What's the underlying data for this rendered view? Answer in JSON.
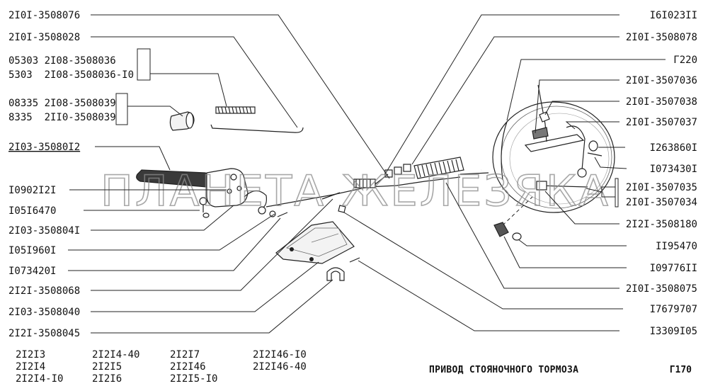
{
  "labels_left": [
    {
      "text": "2I0I-3508076"
    },
    {
      "text": "2I0I-3508028"
    },
    {
      "text": "05303 2I08-3508036"
    },
    {
      "text": "5303  2I08-3508036-I0"
    },
    {
      "text": "08335 2I08-3508039"
    },
    {
      "text": "8335  2II0-3508039"
    },
    {
      "text": "2I03-35080I2"
    },
    {
      "text": "I0902I2I"
    },
    {
      "text": "I05I6470"
    },
    {
      "text": "2I03-350804I"
    },
    {
      "text": "I05I960I"
    },
    {
      "text": "I073420I"
    },
    {
      "text": "2I2I-3508068"
    },
    {
      "text": "2I03-3508040"
    },
    {
      "text": "2I2I-3508045"
    }
  ],
  "labels_right": [
    {
      "text": "I6I023II"
    },
    {
      "text": "2I0I-3508078"
    },
    {
      "text": "Г220"
    },
    {
      "text": "2I0I-3507036"
    },
    {
      "text": "2I0I-3507038"
    },
    {
      "text": "2I0I-3507037"
    },
    {
      "text": "I263860I"
    },
    {
      "text": "I073430I"
    },
    {
      "text": "2I0I-3507035"
    },
    {
      "text": "2I0I-3507034"
    },
    {
      "text": "2I2I-3508180"
    },
    {
      "text": "II95470"
    },
    {
      "text": "I09776II"
    },
    {
      "text": "2I0I-3508075"
    },
    {
      "text": "I7679707"
    },
    {
      "text": "I3309I05"
    }
  ],
  "models": [
    [
      "2I2I3",
      "2I2I4",
      "2I2I4-I0"
    ],
    [
      "2I2I4-40",
      "2I2I5",
      "2I2I6"
    ],
    [
      "2I2I7",
      "2I2I46",
      "2I2I5-I0"
    ],
    [
      "2I2I46-I0",
      "2I2I46-40"
    ]
  ],
  "title": "ПРИВОД СТОЯНОЧНОГО ТОРМОЗА",
  "page_code": "Г170",
  "watermark": "ПЛАНЕТА ЖЕЛЕЗЯКА"
}
